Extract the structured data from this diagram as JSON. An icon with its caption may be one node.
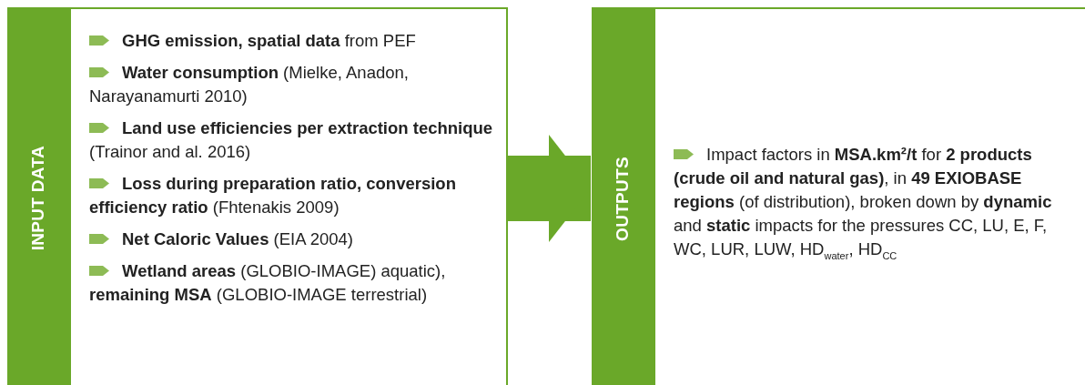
{
  "diagram": {
    "nodes": [
      {
        "text": [
          "INPUT DATA",
          "**GHG emission, spatial data** from PEF",
          "**Water consumption** (Mielke, Anadon, Narayanamurti 2010)",
          "**Land use efficiencies per extraction technique** (Trainor and al. 2016)",
          "**Loss during preparation ratio, conversion efficiency ratio** (Fhtenakis 2009)",
          "**Net Caloric Values** (EIA 2004)",
          "**Wetland areas** (GLOBIO-IMAGE) aquatic), **remaining MSA** (GLOBIO-IMAGE terrestrial)"
        ]
      },
      {
        "text": [
          "OUTPUTS",
          "Impact factors in **MSA.km²/t** for **2 products (crude oil and natural gas)**, in **49 EXIOBASE regions** (of distribution), broken down by **dynamic** and **static** impacts for the pressures CC, LU, E, F, WC, LUR, LUW, HD$_{water}$, HD$_{CC}$"
        ]
      }
    ],
    "edges": [
      {
        "from": 0,
        "to": 1,
        "arrow": "to"
      }
    ]
  }
}
